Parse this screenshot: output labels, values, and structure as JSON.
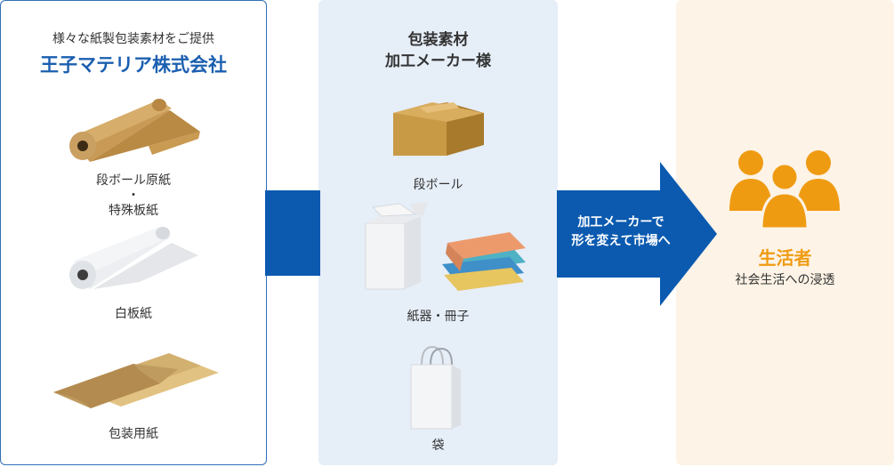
{
  "left": {
    "subtitle": "様々な紙製包装素材をご提供",
    "title": "王子マテリア株式会社",
    "items": [
      {
        "line1": "段ボール原紙",
        "dot": "・",
        "line2": "特殊板紙",
        "icon": "brown-paper-roll-icon"
      },
      {
        "line1": "白板紙",
        "icon": "white-paper-roll-icon"
      },
      {
        "line1": "包装用紙",
        "icon": "wrapping-paper-sheets-icon"
      }
    ]
  },
  "middle": {
    "title_line1": "包装素材",
    "title_line2": "加工メーカー様",
    "items": [
      {
        "label": "段ボール",
        "icon": "cardboard-box-icon"
      },
      {
        "label": "紙器・冊子",
        "icon": "paper-carton-and-books-icon"
      },
      {
        "label": "袋",
        "icon": "paper-bag-icon"
      }
    ]
  },
  "arrow": {
    "line1": "加工メーカーで",
    "line2": "形を変えて市場へ"
  },
  "right": {
    "title": "生活者",
    "subtitle": "社会生活への浸透",
    "icon": "people-group-icon"
  },
  "colors": {
    "blue": "#0b5ab0",
    "border_blue": "#2f6fb6",
    "middle_bg": "#e6eef8",
    "right_bg": "#fdf3e6",
    "orange": "#ef9b12"
  }
}
